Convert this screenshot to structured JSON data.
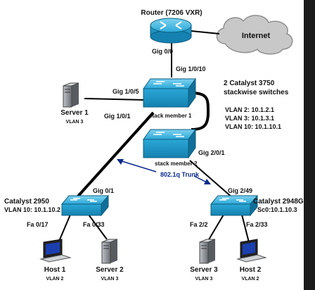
{
  "router": {
    "title": "Router (7206 VXR)",
    "port": "Gig 0/0"
  },
  "internet": {
    "label": "Internet"
  },
  "stack": {
    "title": "2 Catalyst 3750",
    "subtitle": "stackwise switches",
    "member1": {
      "label": "stack member 1",
      "uplink_port": "Gig 1/0/10",
      "server_port": "Gig 1/0/5",
      "down_port": "Gig 1/0/1"
    },
    "member2": {
      "label": "stack member 2",
      "down_port": "Gig 2/0/1"
    },
    "vlans": [
      "VLAN  2: 10.1.2.1",
      "VLAN  3: 10.1.3.1",
      "VLAN 10: 10.1.10.1"
    ]
  },
  "server1": {
    "name": "Server 1",
    "vlan": "VLAN 3"
  },
  "trunk": {
    "label": "802.1q Trunk"
  },
  "cat2950": {
    "title": "Catalyst 2950",
    "subtitle": "VLAN 10: 10.1.10.2",
    "uplink_port": "Gig 0/1",
    "port_left": "Fa 0/17",
    "port_right": "Fa 0/33"
  },
  "cat2948": {
    "title": "Catalyst 2948G",
    "subtitle": "Sc0:10.1.10.3",
    "uplink_port": "Gig 2/49",
    "port_left": "Fa 2/2",
    "port_right": "Fa 2/33"
  },
  "host1": {
    "name": "Host 1",
    "vlan": "VLAN 2"
  },
  "server2": {
    "name": "Server 2",
    "vlan": "VLAN 3"
  },
  "server3": {
    "name": "Server 3",
    "vlan": "VLAN 3"
  },
  "host2": {
    "name": "Host 2",
    "vlan": "VLAN 2"
  },
  "colors": {
    "device": "#2aa7d6",
    "device_dark": "#1581b0",
    "trunk": "#0b2a8c"
  }
}
